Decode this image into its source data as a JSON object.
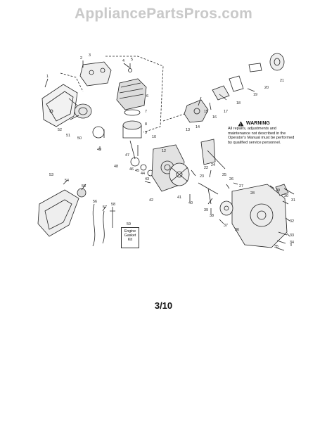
{
  "watermark": "AppliancePartsPros.com",
  "warning": {
    "title": "WARNING",
    "body": "All repairs, adjustments and maintenance not described in the Operator's Manual must be performed by qualified service personnel."
  },
  "gasket_kit": {
    "line1": "Engine",
    "line2": "Gasket",
    "line3": "Kit"
  },
  "page_number": "3/10",
  "part_labels": [
    "1",
    "2",
    "3",
    "4",
    "5",
    "6",
    "7",
    "8",
    "9",
    "10",
    "12",
    "13",
    "14",
    "15",
    "16",
    "17",
    "18",
    "19",
    "20",
    "21",
    "22",
    "23",
    "24",
    "25",
    "26",
    "27",
    "28",
    "29",
    "30",
    "31",
    "32",
    "33",
    "34",
    "35",
    "36",
    "37",
    "38",
    "39",
    "40",
    "41",
    "42",
    "43",
    "44",
    "45",
    "46",
    "47",
    "48",
    "49",
    "50",
    "51",
    "52",
    "53",
    "54",
    "55",
    "56",
    "57",
    "58",
    "59"
  ]
}
